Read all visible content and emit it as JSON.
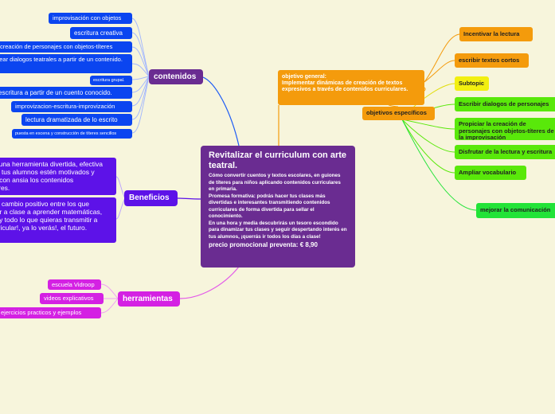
{
  "center": {
    "title": "Revitalizar el curriculum con arte teatral.",
    "body": "Cómo convertir cuentos y textos escolares, en guiones de títeres para niños aplicando contenidos curriculares en primaria.\nPromesa formativa: podrás hacer tus clases más divertidas e interesantes transmitiendo contenidos curriculares de forma divertida para sellar el conocimiento.\nEn una hora y media descubrirás un tesoro escondido para dinamizar tus clases y seguir despertando interés en tus alumnos, ¡querrás ir todos los días a clase!",
    "price": "precio promocional preventa: € 8,90"
  },
  "contenidos": {
    "label": "contenidos",
    "items": [
      "improvisación con objetos",
      "escritura creativa",
      "creación de personajes con objetos-títeres",
      "crear dialogos teatrales a partir de un contenido.",
      "escritura grupal.",
      "escritura a partir de un cuento conocido.",
      "improvizacion-escritura-improvización",
      "lectura dramatizada de lo escrito",
      "puesta en escena y construcción  de títeres sencillos"
    ]
  },
  "beneficios": {
    "label": "Beneficios",
    "items": [
      "Tendrás una herramienta divertida, efectiva para que tus alumnos estén motivados y esperen con ansia los contenidos curriculares.",
      "Verás un cambio positivo entre los que querrán ir a clase a aprender matemáticas, ciencias y todo lo que quieras transmitir a nivel curricular!, ya lo verás!, el futuro."
    ]
  },
  "herramientas": {
    "label": "herramientas",
    "items": [
      "escuela Vidroop",
      "videos explicativos",
      "ejercicios practicos y ejemplos"
    ]
  },
  "objetivo": {
    "general": "objetivo general:\nImplementar dinámicas de creación de textos expresivos a través de contenidos curriculares.",
    "especificos_label": "objetivos específicos",
    "items": [
      "Incentivar  la lectura",
      "escribir textos cortos",
      "Subtopic",
      "Escribir dialogos de personajes",
      "Propiciar la creación de personajes con objetos-títeres de la improvisación",
      "Disfrutar de la lectura y escritura",
      "Ampliar vocabulario",
      "mejorar la comunicación"
    ]
  },
  "colors": {
    "center": "#6a2c91",
    "blue": "#0b45f0",
    "purple": "#5d12e8",
    "magenta": "#d421e3",
    "orange": "#f49b0c",
    "yellow": "#f2ef10",
    "green": "#59e80a",
    "green2": "#22e338",
    "background": "#f7f5dc"
  }
}
